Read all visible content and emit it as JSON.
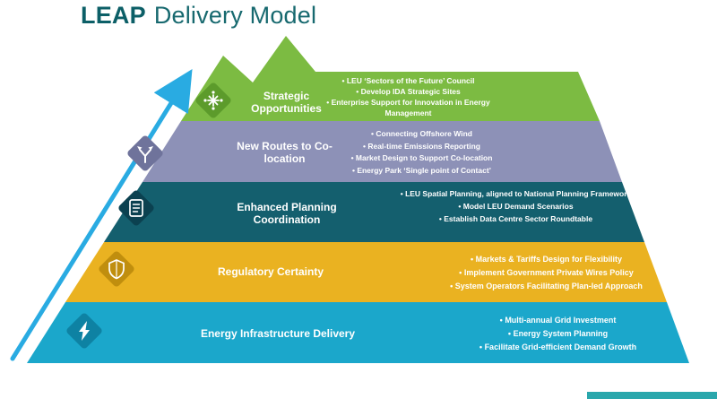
{
  "title": {
    "brand": "LEAP",
    "rest": "Delivery Model"
  },
  "colors": {
    "title": "#0C5F67",
    "background": "#FFFFFF"
  },
  "arrow": {
    "label": "growth-arrow",
    "color": "#29ABE2"
  },
  "footer": {
    "color": "#2AA7AC"
  },
  "layers": [
    {
      "title": "Strategic Opportunities",
      "icon": "innovation-icon",
      "color": "#7CBB42",
      "badge_color": "#5C9B2B",
      "bullets": [
        "LEU ‘Sectors of the Future’ Council",
        "Develop IDA Strategic Sites",
        "Enterprise Support for Innovation in Energy Management"
      ]
    },
    {
      "title": "New Routes to Co-location",
      "icon": "branch-arrows-icon",
      "color": "#8D91B7",
      "badge_color": "#6F739B",
      "bullets": [
        "Connecting Offshore Wind",
        "Real-time Emissions Reporting",
        "Market Design to Support Co-location",
        "Energy Park ‘Single point of Contact’"
      ]
    },
    {
      "title": "Enhanced Planning Coordination",
      "icon": "planning-document-icon",
      "color": "#145F6E",
      "badge_color": "#0B4150",
      "bullets": [
        "LEU Spatial Planning, aligned to National Planning Framework",
        "Model LEU Demand Scenarios",
        "Establish Data Centre Sector Roundtable"
      ]
    },
    {
      "title": "Regulatory Certainty",
      "icon": "shield-icon",
      "color": "#EAB221",
      "badge_color": "#C08E0E",
      "bullets": [
        "Markets & Tariffs Design for Flexibility",
        "Implement Government Private Wires Policy",
        "System Operators Facilitating Plan-led Approach"
      ]
    },
    {
      "title": "Energy Infrastructure Delivery",
      "icon": "lightning-bolt-icon",
      "color": "#1BA7CB",
      "badge_color": "#0E82A3",
      "bullets": [
        "Multi-annual Grid Investment",
        "Energy System Planning",
        "Facilitate Grid-efficient Demand Growth"
      ]
    }
  ]
}
